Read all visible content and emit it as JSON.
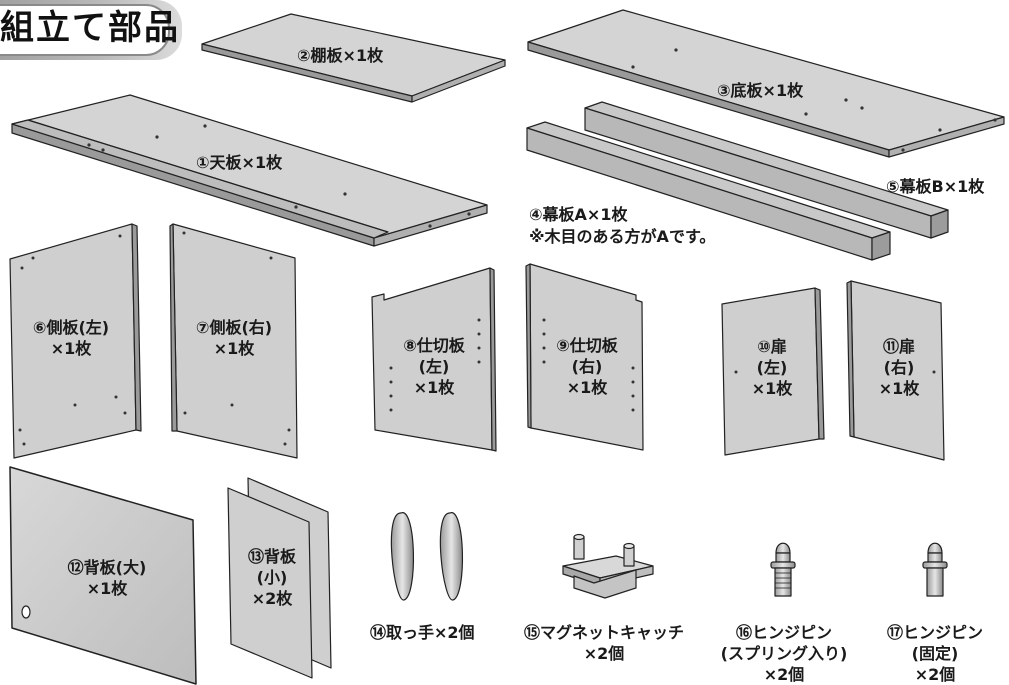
{
  "header": {
    "title": "組立て部品"
  },
  "parts": {
    "p1": {
      "label": "①天板×1枚"
    },
    "p2": {
      "label": "②棚板×1枚"
    },
    "p3": {
      "label": "③底板×1枚"
    },
    "p4": {
      "label": "④幕板A×1枚",
      "note": "※木目のある方がAです。"
    },
    "p5": {
      "label": "⑤幕板B×1枚"
    },
    "p6": {
      "line1": "⑥側板(左)",
      "line2": "×1枚"
    },
    "p7": {
      "line1": "⑦側板(右)",
      "line2": "×1枚"
    },
    "p8": {
      "line1": "⑧仕切板",
      "line2": "(左)",
      "line3": "×1枚"
    },
    "p9": {
      "line1": "⑨仕切板",
      "line2": "(右)",
      "line3": "×1枚"
    },
    "p10": {
      "line1": "⑩扉",
      "line2": "(左)",
      "line3": "×1枚"
    },
    "p11": {
      "line1": "⑪扉",
      "line2": "(右)",
      "line3": "×1枚"
    },
    "p12": {
      "line1": "⑫背板(大)",
      "line2": "×1枚"
    },
    "p13": {
      "line1": "⑬背板",
      "line2": "(小)",
      "line3": "×2枚"
    },
    "p14": {
      "label": "⑭取っ手×2個"
    },
    "p15": {
      "line1": "⑮マグネットキャッチ",
      "line2": "×2個"
    },
    "p16": {
      "line1": "⑯ヒンジピン",
      "line2": "(スプリング入り)",
      "line3": "×2個"
    },
    "p17": {
      "line1": "⑰ヒンジピン",
      "line2": "(固定)",
      "line3": "×2個"
    }
  },
  "colors": {
    "panel_face": "#cfcfcf",
    "panel_edge": "#8f8f8f",
    "outline": "#222222",
    "hardware": "#b5b5b5"
  }
}
